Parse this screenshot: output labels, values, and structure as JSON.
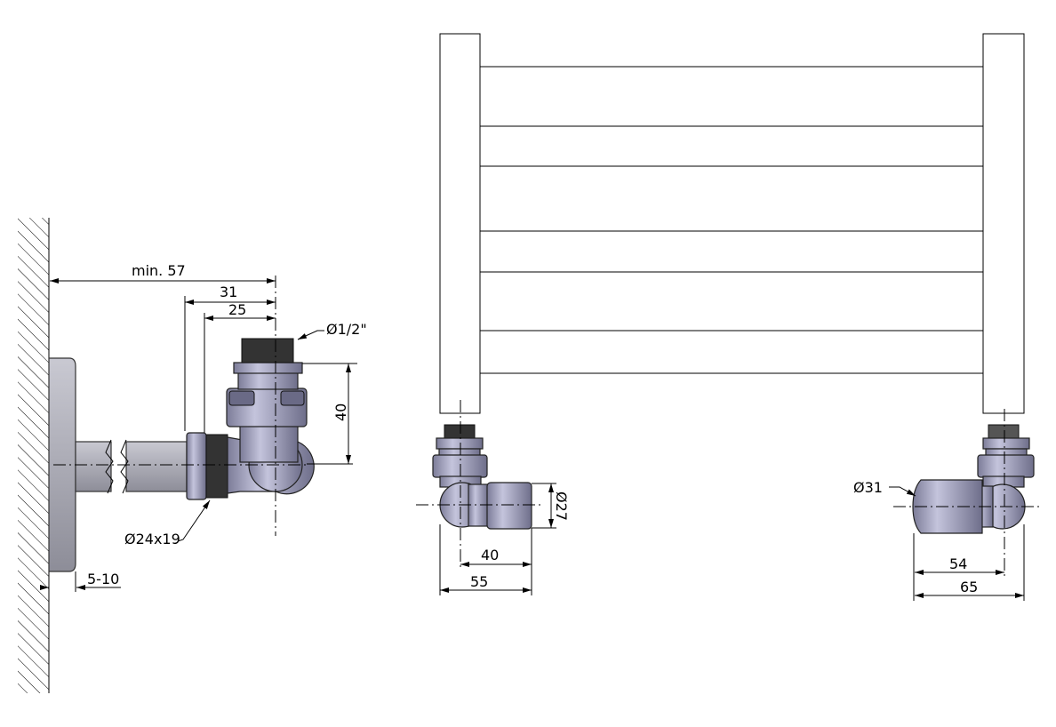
{
  "drawing": {
    "side_view": {
      "min_distance": "min. 57",
      "dim_31": "31",
      "dim_25": "25",
      "thread": "Ø1/2\"",
      "height_40": "40",
      "pipe_connection": "Ø24x19",
      "escutcheon_gap": "5-10"
    },
    "left_valve": {
      "diameter": "Ø27",
      "dim_40": "40",
      "dim_55": "55"
    },
    "right_valve": {
      "diameter": "Ø31",
      "dim_54": "54",
      "dim_65": "65"
    }
  },
  "colors": {
    "metal": "#a9a9c6",
    "line": "#000000"
  }
}
